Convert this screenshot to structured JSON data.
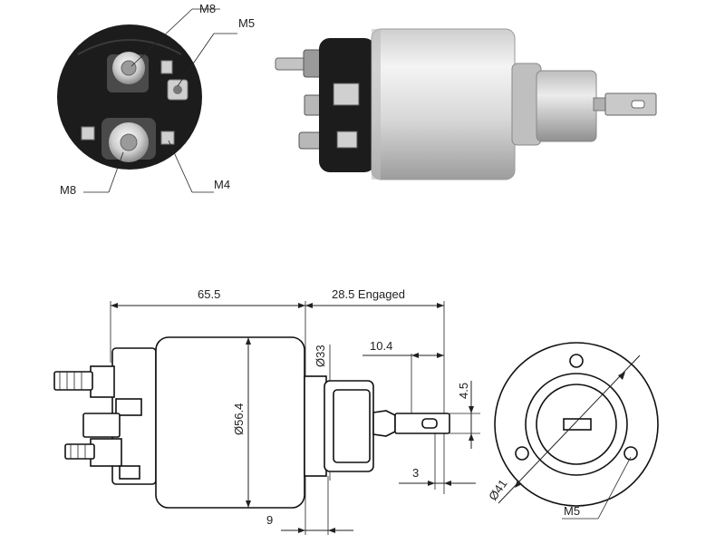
{
  "photo_callouts": {
    "m8_top": "M8",
    "m5": "M5",
    "m8_bottom": "M8",
    "m4": "M4"
  },
  "drawing_dims": {
    "body_length": "65.5",
    "engaged": "28.5 Engaged",
    "diameter_body": "Ø56.4",
    "diameter_plunger": "Ø33",
    "tab_length": "10.4",
    "tab_width": "4.5",
    "tab_thickness": "3",
    "flange": "9",
    "bolt_circle": "Ø41",
    "mount_thread": "M5"
  },
  "colors": {
    "photo_dark": "#1c1c1c",
    "metal_light": "#e8e8e8",
    "metal_mid": "#b9b9b9",
    "line": "#222222"
  }
}
